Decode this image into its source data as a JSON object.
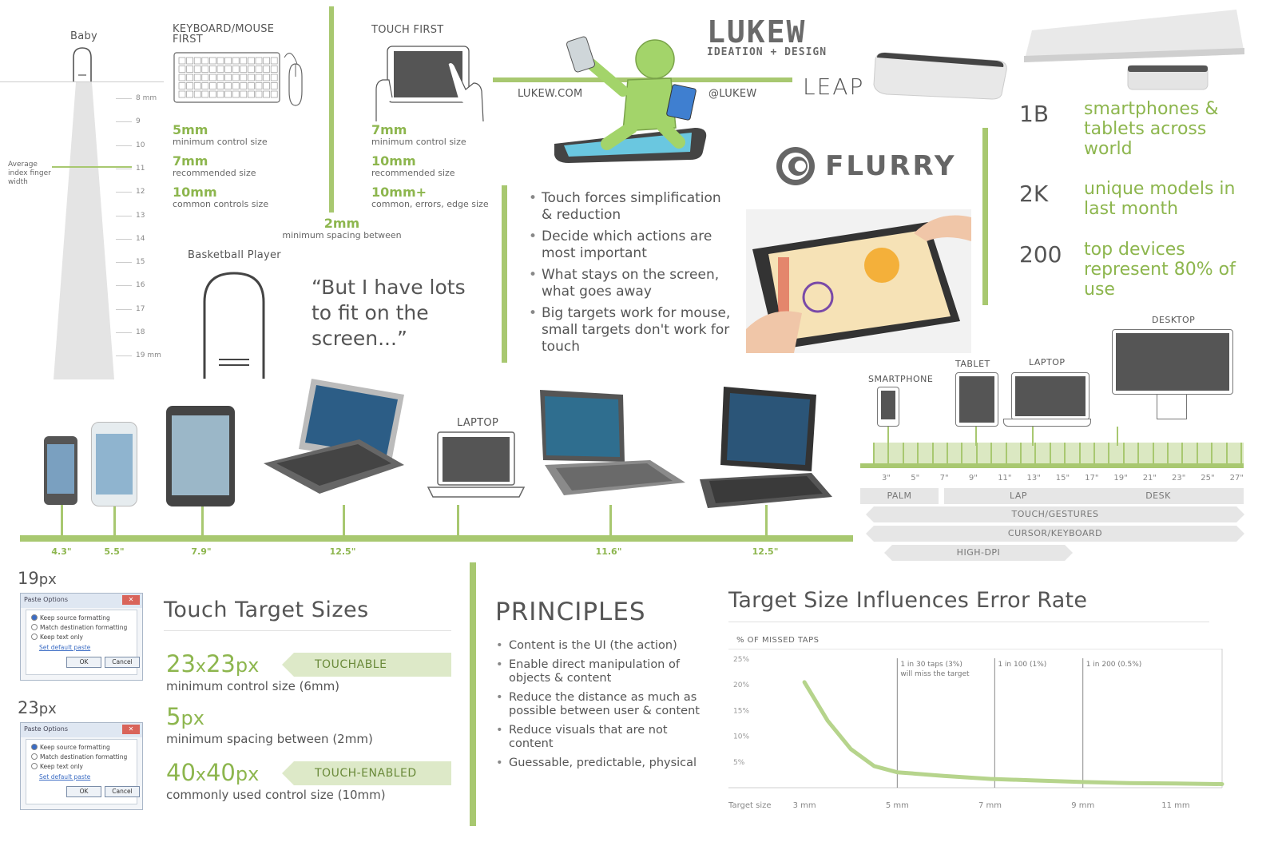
{
  "finger": {
    "baby_label": "Baby",
    "scale": [
      "8 mm",
      "9",
      "10",
      "11",
      "12",
      "13",
      "14",
      "15",
      "16",
      "17",
      "18",
      "19 mm"
    ],
    "avg_label": "Average index finger width",
    "basketball_label": "Basketball Player"
  },
  "keyboard": {
    "title": "KEYBOARD/MOUSE FIRST",
    "items": [
      {
        "big": "5mm",
        "sub": "minimum control size"
      },
      {
        "big": "7mm",
        "sub": "recommended size"
      },
      {
        "big": "10mm",
        "sub": "common controls size"
      }
    ]
  },
  "touch": {
    "title": "TOUCH FIRST",
    "items": [
      {
        "big": "7mm",
        "sub": "minimum control size"
      },
      {
        "big": "10mm",
        "sub": "recommended size"
      },
      {
        "big": "10mm+",
        "sub": "common, errors, edge size"
      }
    ]
  },
  "spacing": {
    "big": "2mm",
    "sub": "minimum spacing between"
  },
  "quote": "“But I have lots to fit on the screen...”",
  "brand": {
    "luke_logo": "LUKEW",
    "luke_tag": "IDEATION + DESIGN",
    "site": "LUKEW.COM",
    "handle": "@LUKEW",
    "leap": "LEAP",
    "flurry": "FLURRY"
  },
  "touch_bullets": [
    "Touch forces simplification & reduction",
    "Decide which actions are most important",
    "What stays on the screen, what goes away",
    "Big targets work for mouse, small targets don't work for touch"
  ],
  "stats": [
    {
      "num": "1B",
      "text": "smartphones & tablets across world"
    },
    {
      "num": "2K",
      "text": "unique models in last month"
    },
    {
      "num": "200",
      "text": "top devices represent 80% of use"
    }
  ],
  "device_sizes": [
    "4.3\"",
    "5.5\"",
    "7.9\"",
    "12.5\"",
    "11.6\"",
    "12.5\""
  ],
  "laptop_label": "LAPTOP",
  "spectrum": {
    "devices": [
      "SMARTPHONE",
      "TABLET",
      "LAPTOP",
      "DESKTOP"
    ],
    "ticks": [
      "3\"",
      "5\"",
      "7\"",
      "9\"",
      "11\"",
      "13\"",
      "15\"",
      "17\"",
      "19\"",
      "21\"",
      "23\"",
      "25\"",
      "27\""
    ],
    "zones": [
      "PALM",
      "LAP",
      "DESK"
    ],
    "bands": [
      "TOUCH/GESTURES",
      "CURSOR/KEYBOARD",
      "HIGH-DPI"
    ]
  },
  "dialogs": [
    {
      "px_num": "19",
      "px_unit": "px",
      "title": "Paste Options",
      "options": [
        "Keep source formatting",
        "Match destination formatting",
        "Keep text only"
      ],
      "link": "Set default paste",
      "ok": "OK",
      "cancel": "Cancel"
    },
    {
      "px_num": "23",
      "px_unit": "px",
      "title": "Paste Options",
      "options": [
        "Keep source formatting",
        "Match destination formatting",
        "Keep text only"
      ],
      "link": "Set default paste",
      "ok": "OK",
      "cancel": "Cancel"
    }
  ],
  "target_sizes": {
    "title": "Touch Target Sizes",
    "rows": [
      {
        "num_a": "23",
        "x": "x",
        "num_b": "23",
        "unit": "px",
        "sub": "minimum control size (6mm)",
        "tag": "TOUCHABLE"
      },
      {
        "num_a": "5",
        "x": "",
        "num_b": "",
        "unit": "px",
        "sub": "minimum spacing between (2mm)",
        "tag": ""
      },
      {
        "num_a": "40",
        "x": "x",
        "num_b": "40",
        "unit": "px",
        "sub": "commonly used control size (10mm)",
        "tag": "TOUCH-ENABLED"
      }
    ]
  },
  "principles": {
    "title": "PRINCIPLES",
    "items": [
      "Content is the UI (the action)",
      "Enable direct manipulation of objects & content",
      "Reduce the distance as much as possible between user & content",
      "Reduce visuals that are not content",
      "Guessable, predictable, physical"
    ]
  },
  "chart_data": {
    "type": "line",
    "title": "Target Size Influences Error Rate",
    "ylabel": "% OF MISSED TAPS",
    "xlabel": "Target size",
    "x_ticks": [
      "3 mm",
      "5 mm",
      "7 mm",
      "9 mm",
      "11 mm"
    ],
    "y_ticks": [
      "25%",
      "20%",
      "15%",
      "10%",
      "5%"
    ],
    "xlim": [
      1.5,
      12
    ],
    "ylim": [
      0,
      27
    ],
    "x": [
      3,
      3.5,
      4,
      4.5,
      5,
      6,
      7,
      8,
      9,
      10,
      11,
      12
    ],
    "y": [
      20.5,
      13,
      7.5,
      4.2,
      3.0,
      2.3,
      1.7,
      1.4,
      1.1,
      0.9,
      0.8,
      0.7
    ],
    "annotations": [
      {
        "x": 5,
        "text": "1 in 30 taps (3%) will miss the target"
      },
      {
        "x": 7.1,
        "text": "1 in 100 (1%)"
      },
      {
        "x": 9,
        "text": "1 in 200 (0.5%)"
      }
    ],
    "grid": false,
    "colors": {
      "line": "#b6d48c",
      "axis": "#cfcfcf",
      "marker": "#888888"
    }
  }
}
